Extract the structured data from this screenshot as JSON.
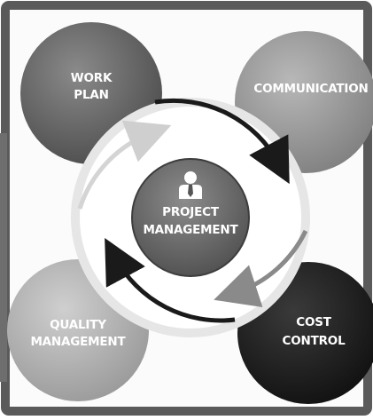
{
  "diagram": {
    "center": {
      "lines": [
        "PROJECT",
        "MANAGEMENT"
      ],
      "icon": "person-in-suit-icon"
    },
    "nodes": [
      {
        "id": "work-plan",
        "lines": [
          "WORK",
          "PLAN"
        ],
        "color": "#6a6a6a"
      },
      {
        "id": "communication",
        "lines": [
          "COMMUNICATION"
        ],
        "color": "#9c9c9c"
      },
      {
        "id": "quality-management",
        "lines": [
          "QUALITY",
          "MANAGEMENT"
        ],
        "color": "#b6b6b6"
      },
      {
        "id": "cost-control",
        "lines": [
          "COST",
          "CONTROL"
        ],
        "color": "#252525"
      }
    ],
    "colors": {
      "frame": "#5a5a5a",
      "ring": "#e6e6e6",
      "arrow": "#1a1a1a",
      "center": "#6b6b6b"
    }
  }
}
